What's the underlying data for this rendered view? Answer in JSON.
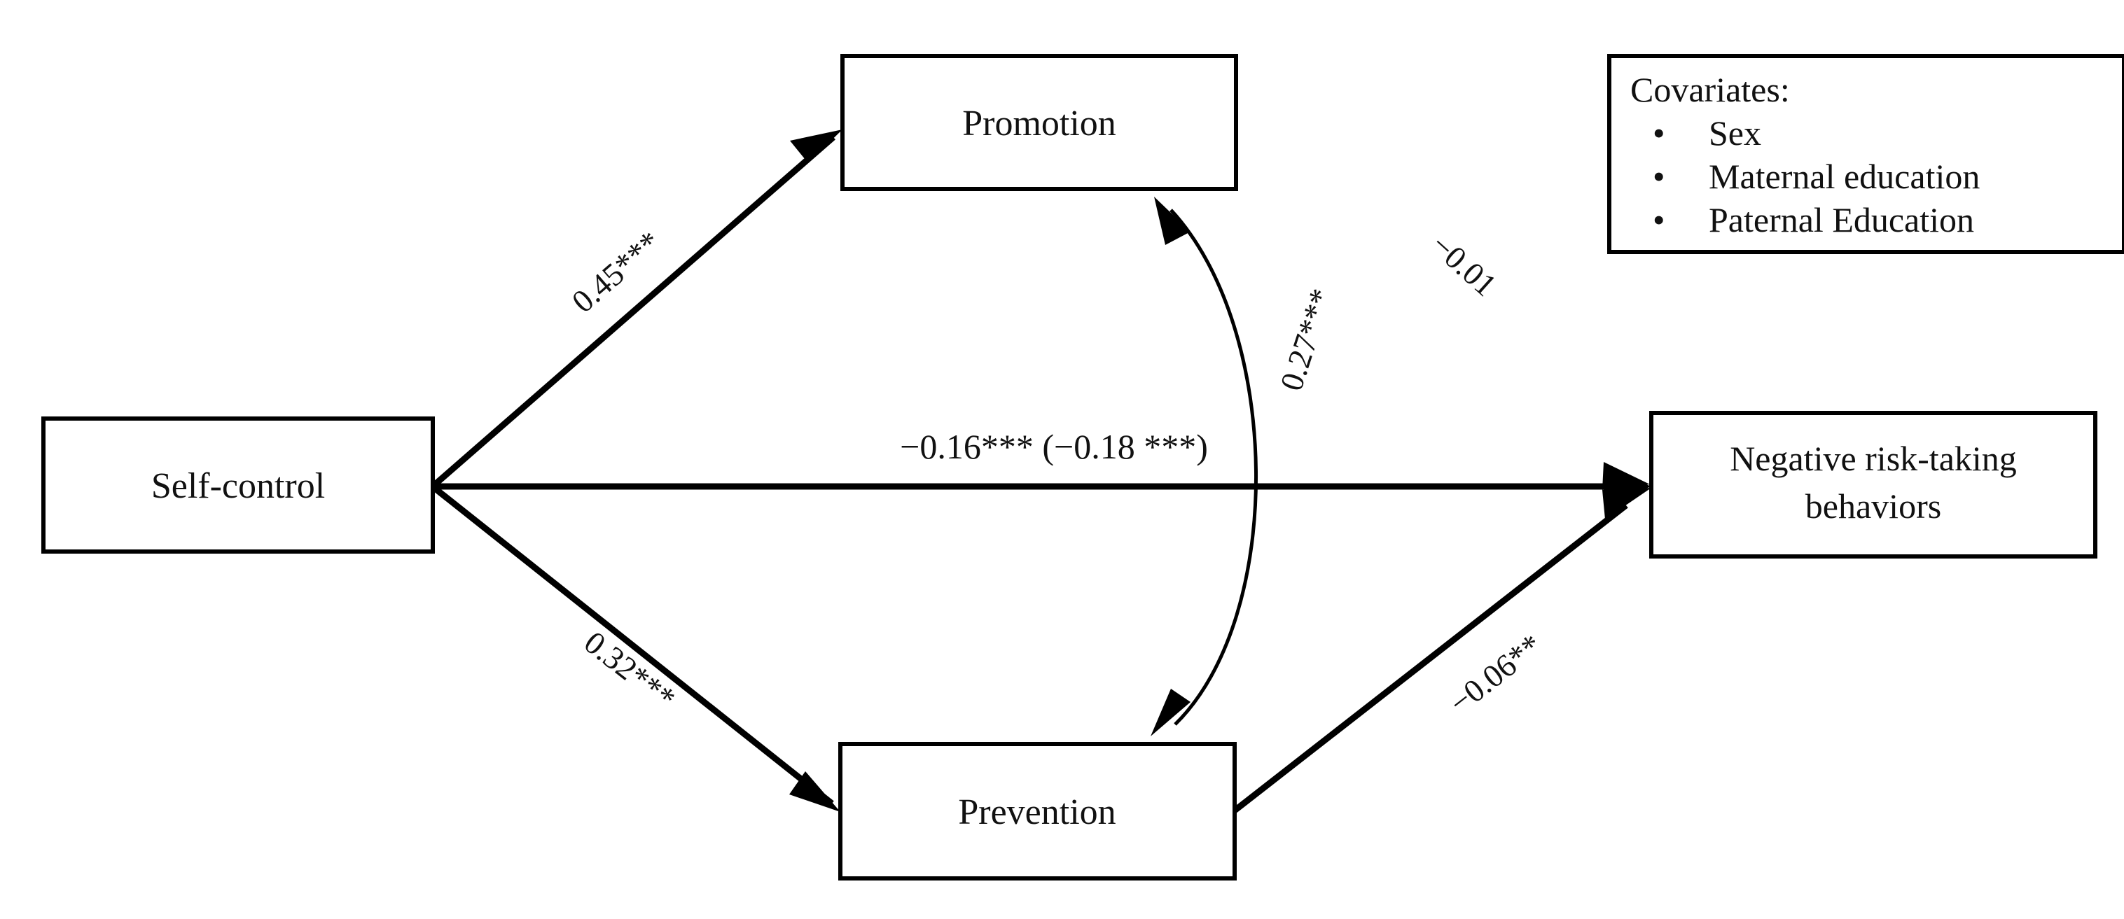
{
  "diagram": {
    "type": "path-diagram",
    "background_color": "#ffffff",
    "line_color": "#000000",
    "nodes": [
      {
        "id": "self_control",
        "label": "Self-control"
      },
      {
        "id": "promotion",
        "label": "Promotion"
      },
      {
        "id": "prevention",
        "label": "Prevention"
      },
      {
        "id": "outcome",
        "label_line1": "Negative risk-taking",
        "label_line2": "behaviors"
      }
    ],
    "paths": [
      {
        "id": "sc_to_promotion",
        "from": "self_control",
        "to": "promotion",
        "label": "0.45***",
        "style": "solid"
      },
      {
        "id": "sc_to_prevention",
        "from": "self_control",
        "to": "prevention",
        "label": "0.32***",
        "style": "solid"
      },
      {
        "id": "sc_to_outcome",
        "from": "self_control",
        "to": "outcome",
        "label": "−0.16*** (−0.18 ***)",
        "style": "solid"
      },
      {
        "id": "promotion_to_outcome",
        "from": "promotion",
        "to": "outcome",
        "label": "−0.01",
        "style": "dashed"
      },
      {
        "id": "prevention_to_outcome",
        "from": "prevention",
        "to": "outcome",
        "label": "−0.06**",
        "style": "solid"
      },
      {
        "id": "promotion_prevention_covariance",
        "from": "promotion",
        "to": "prevention",
        "label": "0.27***",
        "style": "curved-double-headed"
      }
    ],
    "covariates": {
      "title": "Covariates:",
      "items": [
        "Sex",
        "Maternal education",
        "Paternal Education"
      ],
      "bullet": "•"
    }
  }
}
